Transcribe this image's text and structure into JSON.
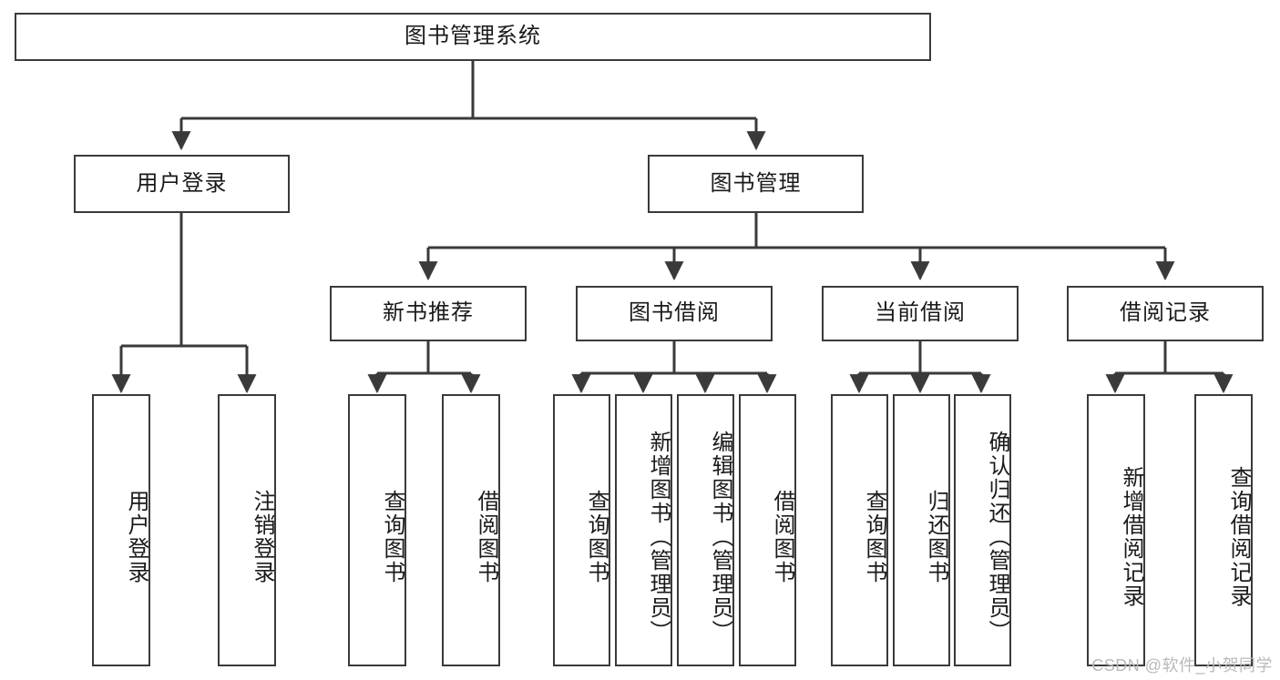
{
  "diagram": {
    "title": "图书管理系统",
    "watermark": "CSDN @软件_小贺同学",
    "line_color": "#3a3a3a",
    "box_fill": "#ffffff",
    "text_color": "#1a1a1a",
    "watermark_color": "#b9b9b9"
  },
  "nodes": {
    "root": {
      "label": "图书管理系统",
      "level": 1
    },
    "login": {
      "label": "用户登录",
      "level": 2
    },
    "book_manage": {
      "label": "图书管理",
      "level": 2
    },
    "new_book_rec": {
      "label": "新书推荐",
      "level": 3
    },
    "book_borrow": {
      "label": "图书借阅",
      "level": 3
    },
    "current_borrow": {
      "label": "当前借阅",
      "level": 3
    },
    "borrow_record": {
      "label": "借阅记录",
      "level": 3
    },
    "leaf_user_login": {
      "label": "用户登录",
      "level": 3
    },
    "leaf_logout": {
      "label": "注销登录",
      "level": 3
    },
    "leaf_query_book_1": {
      "label": "查询图书",
      "level": 4
    },
    "leaf_borrow_book_1": {
      "label": "借阅图书",
      "level": 4
    },
    "leaf_query_book_2": {
      "label": "查询图书",
      "level": 4
    },
    "leaf_add_book": {
      "label": "新增图书（管理员）",
      "level": 4
    },
    "leaf_edit_book": {
      "label": "编辑图书（管理员）",
      "level": 4
    },
    "leaf_borrow_book_2": {
      "label": "借阅图书",
      "level": 4
    },
    "leaf_query_book_3": {
      "label": "查询图书",
      "level": 4
    },
    "leaf_return_book": {
      "label": "归还图书",
      "level": 4
    },
    "leaf_confirm_return": {
      "label": "确认归还（管理员）",
      "level": 4
    },
    "leaf_add_record": {
      "label": "新增借阅记录",
      "level": 4
    },
    "leaf_query_record": {
      "label": "查询借阅记录",
      "level": 4
    }
  },
  "chart_data": {
    "type": "table",
    "title": "图书管理系统 功能结构图",
    "tree": [
      {
        "label": "图书管理系统",
        "children": [
          {
            "label": "用户登录",
            "children": [
              {
                "label": "用户登录",
                "children": []
              },
              {
                "label": "注销登录",
                "children": []
              }
            ]
          },
          {
            "label": "图书管理",
            "children": [
              {
                "label": "新书推荐",
                "children": [
                  {
                    "label": "查询图书",
                    "children": []
                  },
                  {
                    "label": "借阅图书",
                    "children": []
                  }
                ]
              },
              {
                "label": "图书借阅",
                "children": [
                  {
                    "label": "查询图书",
                    "children": []
                  },
                  {
                    "label": "新增图书（管理员）",
                    "children": []
                  },
                  {
                    "label": "编辑图书（管理员）",
                    "children": []
                  },
                  {
                    "label": "借阅图书",
                    "children": []
                  }
                ]
              },
              {
                "label": "当前借阅",
                "children": [
                  {
                    "label": "查询图书",
                    "children": []
                  },
                  {
                    "label": "归还图书",
                    "children": []
                  },
                  {
                    "label": "确认归还（管理员）",
                    "children": []
                  }
                ]
              },
              {
                "label": "借阅记录",
                "children": [
                  {
                    "label": "新增借阅记录",
                    "children": []
                  },
                  {
                    "label": "查询借阅记录",
                    "children": []
                  }
                ]
              }
            ]
          }
        ]
      }
    ]
  }
}
